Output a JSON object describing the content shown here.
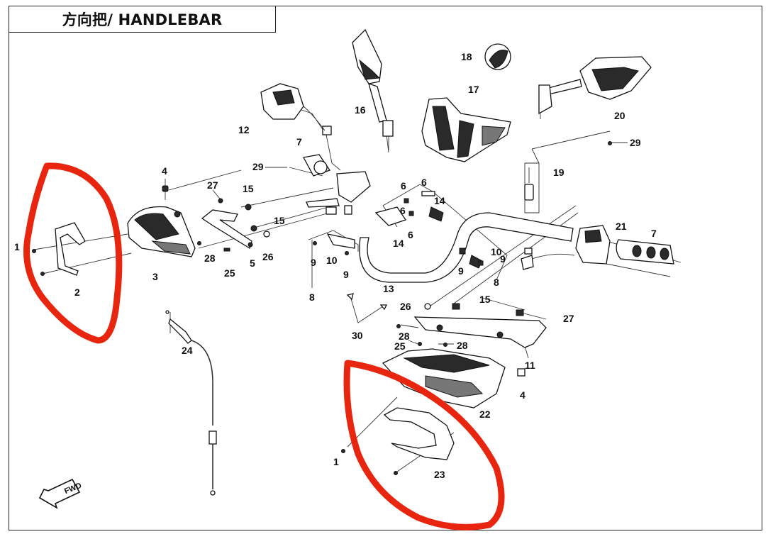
{
  "title": "方向把/ HANDLEBAR",
  "fwd_label": "FWD",
  "callouts": [
    "1",
    "2",
    "3",
    "4",
    "5",
    "6",
    "7",
    "8",
    "9",
    "10",
    "11",
    "12",
    "13",
    "14",
    "15",
    "16",
    "17",
    "18",
    "19",
    "20",
    "21",
    "22",
    "23",
    "24",
    "25",
    "26",
    "27",
    "28",
    "29",
    "30"
  ],
  "highlight_color": "#e8260f"
}
